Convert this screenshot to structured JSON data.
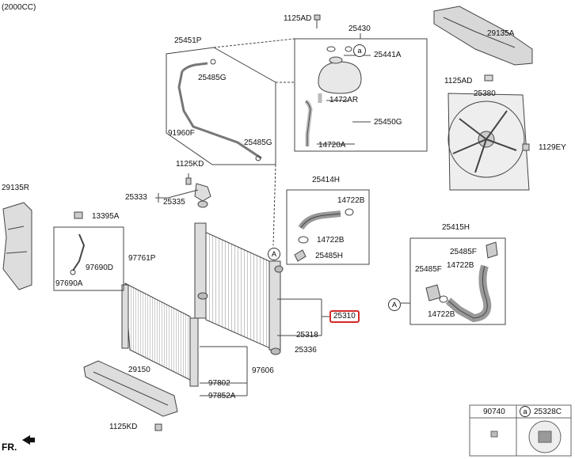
{
  "engine_label": "(2000CC)",
  "fr_label": "FR.",
  "callout_letter": "A",
  "labels": {
    "p1125AD_top": "1125AD",
    "p25430": "25430",
    "p25441A": "25441A",
    "p1472AR": "1472AR",
    "p25450G": "25450G",
    "p14720A": "14720A",
    "p25451P": "25451P",
    "p25485G_1": "25485G",
    "p91960F": "91960F",
    "p25485G_2": "25485G",
    "p29135A": "29135A",
    "p1125AD_right": "1125AD",
    "p25380": "25380",
    "p1129EY": "1129EY",
    "p1125KD_top": "1125KD",
    "p29135R": "29135R",
    "p25333": "25333",
    "p25335": "25335",
    "p25414H": "25414H",
    "p14722B_1": "14722B",
    "p14722B_2": "14722B",
    "p25485H": "25485H",
    "p25415H": "25415H",
    "p25485F_1": "25485F",
    "p14722B_3": "14722B",
    "p25485F_2": "25485F",
    "p14722B_4": "14722B",
    "p13395A": "13395A",
    "p97761P": "97761P",
    "p97690D": "97690D",
    "p97690A": "97690A",
    "p25310": "25310",
    "p25318": "25318",
    "p25336": "25336",
    "p97606": "97606",
    "p97802": "97802",
    "p97852A": "97852A",
    "p29150": "29150",
    "p1125KD_bottom": "1125KD"
  },
  "legend_table": {
    "col1": "90740",
    "col2_letter": "a",
    "col2": "25328C"
  },
  "highlight_part": "25310",
  "highlight_color": "#d42a2a"
}
